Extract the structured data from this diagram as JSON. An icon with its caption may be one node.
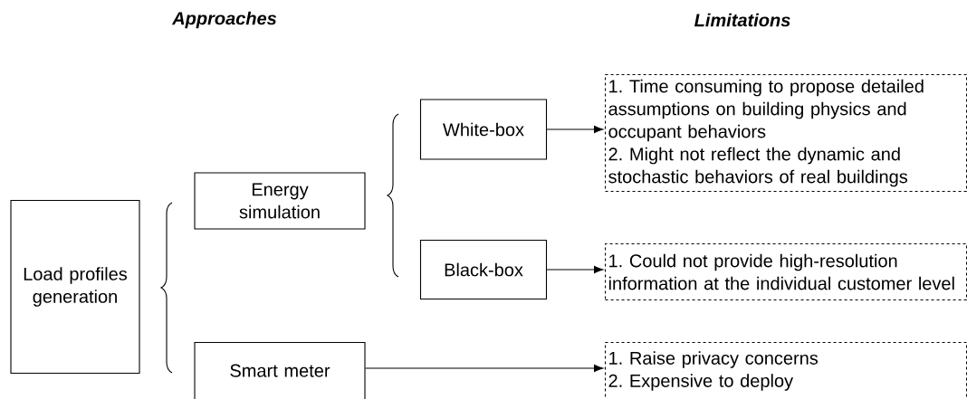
{
  "diagram": {
    "nodes": [
      {
        "text": [
          "Load profiles generation"
        ]
      },
      {
        "text": [
          "Energy simulation"
        ]
      },
      {
        "text": [
          "Smart meter"
        ]
      },
      {
        "text": [
          "White-box"
        ]
      },
      {
        "text": [
          "Black-box"
        ]
      },
      {
        "text": [
          "1. Time consuming to propose detailed assumptions on building physics and occupant behaviors",
          "2. Might not reflect the dynamic and stochastic behaviors of real buildings"
        ]
      },
      {
        "text": [
          "1. Could not provide high-resolution information at the individual customer level"
        ]
      },
      {
        "text": [
          "1. Raise privacy concerns",
          "2. Expensive to deploy"
        ]
      }
    ],
    "edges": [
      {
        "from": 3,
        "to": 5,
        "arrow": "to"
      },
      {
        "from": 4,
        "to": 6,
        "arrow": "to"
      },
      {
        "from": 2,
        "to": 7,
        "arrow": "to"
      }
    ],
    "labels": [
      "Approaches",
      "Limitations"
    ]
  }
}
